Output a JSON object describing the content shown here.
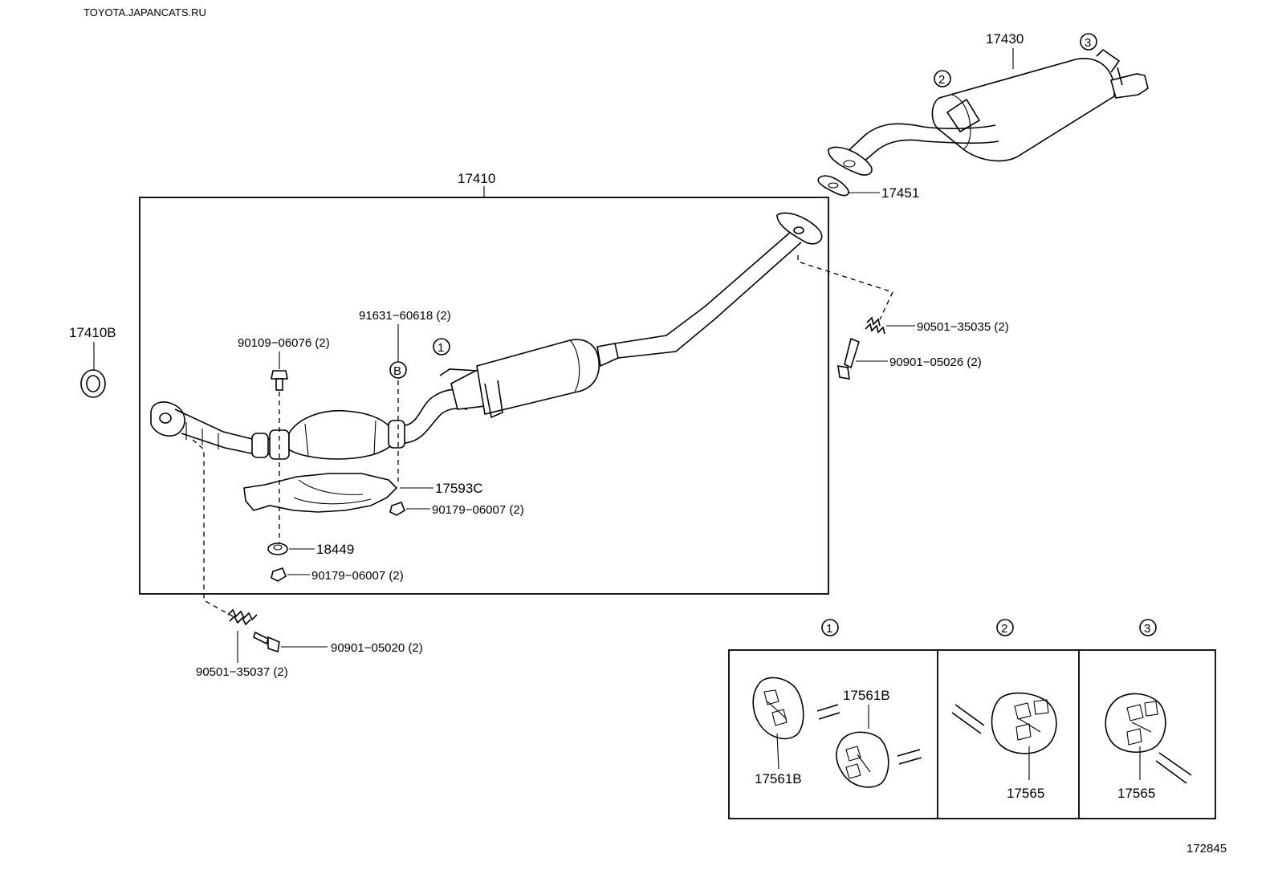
{
  "watermark": "TOYOTA.JAPANCATS.RU",
  "figure_number": "172845",
  "callouts": {
    "p17410": "17410",
    "p17410B": "17410B",
    "p17430": "17430",
    "p17451": "17451",
    "p90501_35035": "90501−35035 (2)",
    "p90901_05026": "90901−05026 (2)",
    "p91631_60618": "91631−60618 (2)",
    "p90109_06076": "90109−06076 (2)",
    "p17593C": "17593C",
    "p90179_06007_a": "90179−06007 (2)",
    "p18449": "18449",
    "p90179_06007_b": "90179−06007 (2)",
    "p90501_35037": "90501−35037 (2)",
    "p90901_05020": "90901−05020 (2)"
  },
  "markers": {
    "m1": "1",
    "m2": "2",
    "m3": "3",
    "mB": "B"
  },
  "detail_panels": {
    "panel1_marker": "1",
    "panel2_marker": "2",
    "panel3_marker": "3",
    "panel1_label_top": "17561B",
    "panel1_label_bottom": "17561B",
    "panel2_label": "17565",
    "panel3_label": "17565"
  }
}
